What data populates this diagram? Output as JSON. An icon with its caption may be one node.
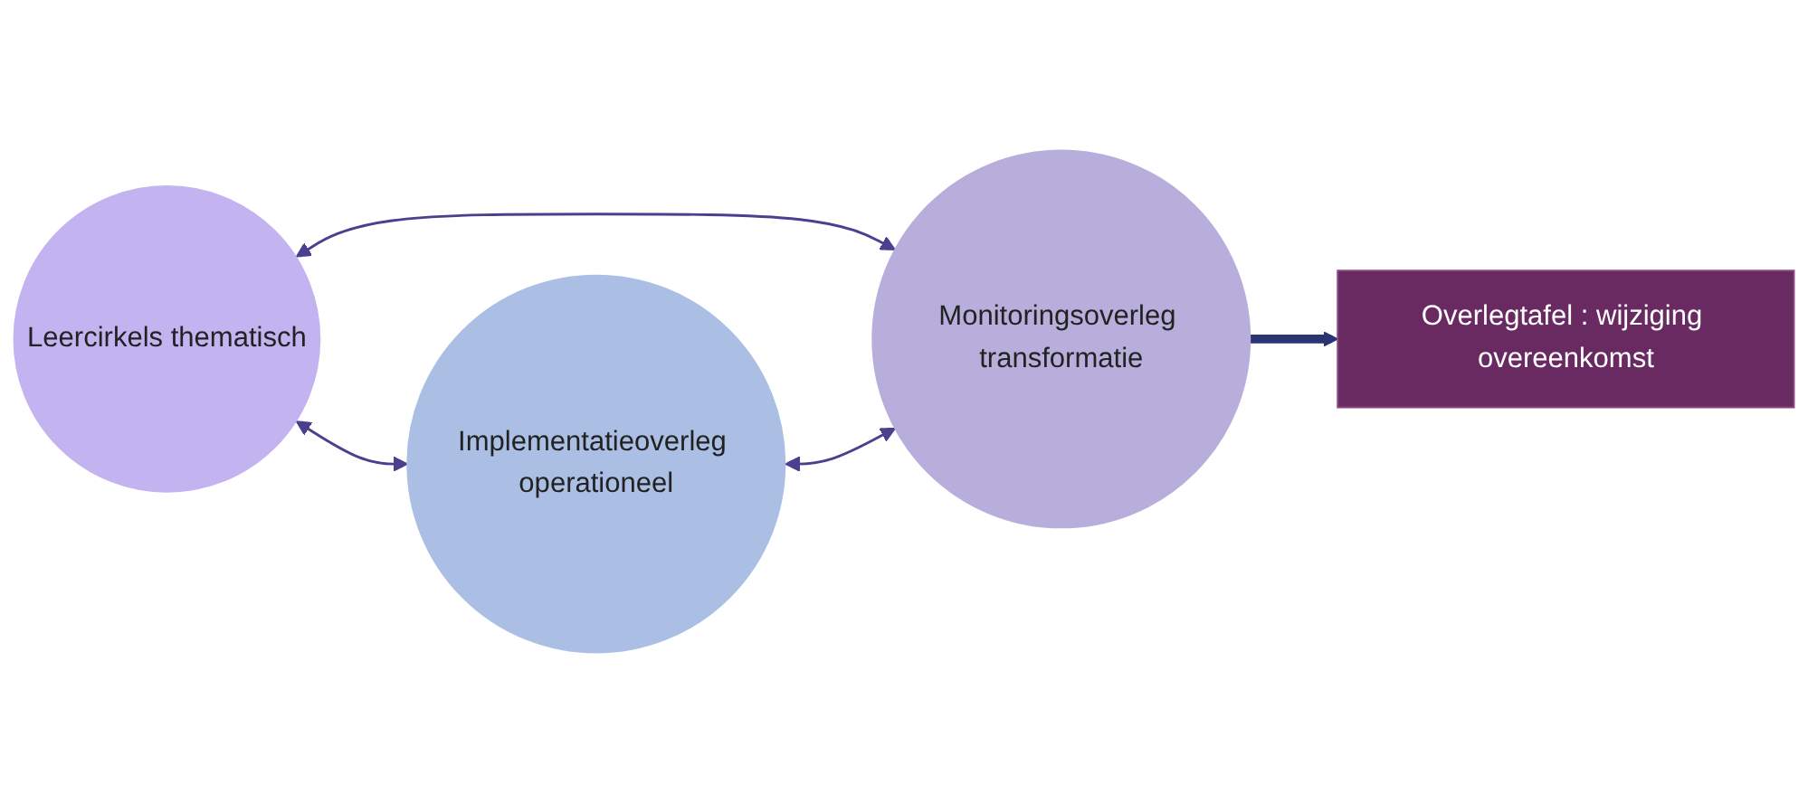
{
  "diagram": {
    "nodes": [
      {
        "text": [
          "Leercirkels thematisch"
        ]
      },
      {
        "text": [
          "Implementatieoverleg operationeel"
        ]
      },
      {
        "text": [
          "Monitoringsoverleg transformatie"
        ]
      },
      {
        "text": [
          "Overlegtafel : wijziging overeenkomst"
        ]
      }
    ],
    "edges": [
      {
        "from": 0,
        "to": 1,
        "arrow": "both"
      },
      {
        "from": 0,
        "to": 2,
        "arrow": "both"
      },
      {
        "from": 1,
        "to": 2,
        "arrow": "both"
      },
      {
        "from": 2,
        "to": 3,
        "arrow": "to",
        "style": "thick",
        "color": "#2b3472"
      }
    ]
  }
}
